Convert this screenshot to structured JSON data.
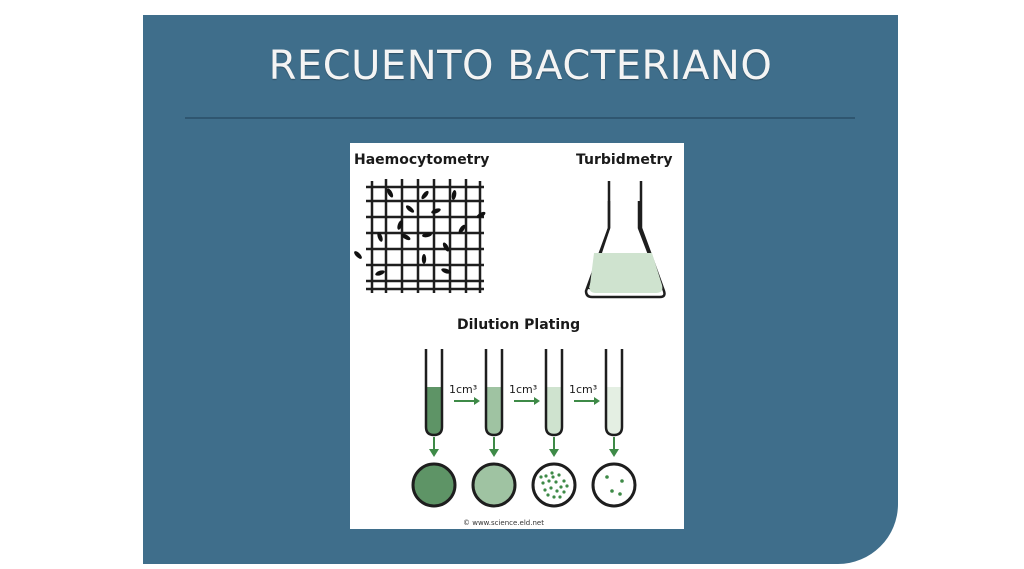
{
  "slide": {
    "title": "RECUENTO BACTERIANO"
  },
  "figure": {
    "haemocytometry_label": "Haemocytometry",
    "turbidmetry_label": "Turbidmetry",
    "dilution_label": "Dilution Plating",
    "transfer_labels": [
      "1cm³",
      "1cm³",
      "1cm³"
    ],
    "credit": "© www.science.eld.net"
  },
  "colors": {
    "slide_bg": "#3f6e8b",
    "rule": "#2f5670",
    "liquid_dark": "#5e9466",
    "liquid_mid": "#9fc3a2",
    "liquid_light": "#cfe3cf",
    "arrow": "#3e8a47"
  }
}
